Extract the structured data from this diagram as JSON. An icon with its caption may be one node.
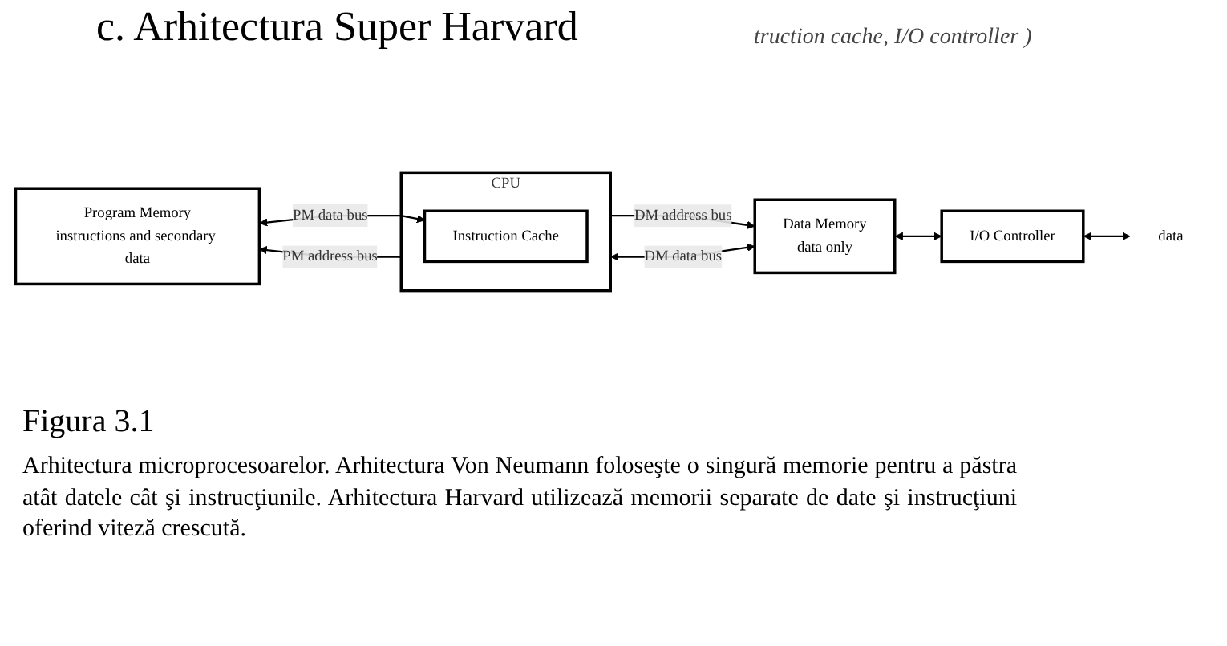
{
  "diagram": {
    "title": "c. Arhitectura Super Harvard",
    "nodes": [
      {
        "text": [
          "Program Memory",
          "instructions and secondary data"
        ]
      },
      {
        "text": [
          "CPU"
        ]
      },
      {
        "text": [
          "Instruction Cache"
        ],
        "in": 1
      },
      {
        "text": [
          "Data Memory",
          "data only"
        ]
      },
      {
        "text": [
          "I/O Controller"
        ]
      },
      {
        "text": [
          "data"
        ]
      }
    ],
    "edges": [
      {
        "from": 1,
        "to": 0,
        "arrow": "to",
        "label": "PM address bus"
      },
      {
        "from": 0,
        "to": 2,
        "arrow": "both",
        "label": "PM data bus"
      },
      {
        "from": 1,
        "to": 3,
        "arrow": "to",
        "label": "DM address bus"
      },
      {
        "from": 1,
        "to": 3,
        "arrow": "both",
        "label": "DM data bus"
      },
      {
        "from": 3,
        "to": 4,
        "arrow": "both"
      },
      {
        "from": 4,
        "to": 5,
        "arrow": "both"
      }
    ],
    "labels": [
      "truction cache, I/O controller )",
      "Figura 3.1",
      "Arhitectura microprocesoarelor. Arhitectura Von Neumann foloseşte o singură memorie pentru a păstra atât datele cât şi instrucţiunile. Arhitectura Harvard utilizează memorii separate de date şi instrucţiuni oferind viteză crescută."
    ]
  }
}
